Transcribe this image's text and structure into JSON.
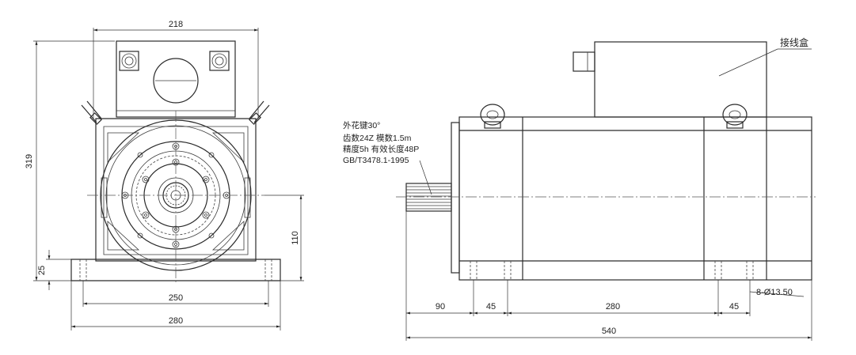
{
  "front_view": {
    "dim_width_top": "218",
    "dim_height_total": "319",
    "dim_foot_height": "25",
    "dim_center_height": "110",
    "dim_foot_span": "250",
    "dim_base_width": "280"
  },
  "side_view": {
    "junction_box_label": "接线盒",
    "spline_note": [
      "外花键30°",
      "齿数24Z 模数1.5m",
      "精度5h 有效长度48P",
      "GB/T3478.1-1995"
    ],
    "dim_shaft": "90",
    "dim_foot_left": "45",
    "dim_foot_span": "280",
    "dim_foot_right": "45",
    "dim_hole": "8-Ø13.50",
    "dim_total_length": "540"
  }
}
